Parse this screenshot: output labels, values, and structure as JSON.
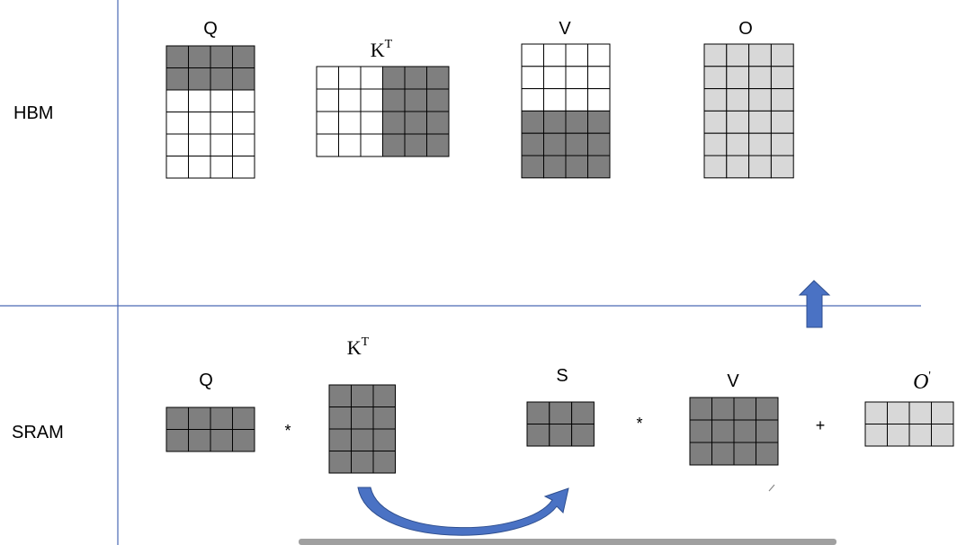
{
  "colors": {
    "divider": "#4a69b5",
    "arrow": "#4a72c4",
    "arrow_stroke": "#2f4f8f",
    "dark_cell": "#7f7f7f",
    "light_cell": "#d8d8d8",
    "empty_cell": "#ffffff",
    "cell_border": "#000000",
    "scrollbar": "#a0a0a0"
  },
  "rows": {
    "hbm_label": "HBM",
    "sram_label": "SRAM"
  },
  "hbm": {
    "q": {
      "label": "Q",
      "rows": 6,
      "cols": 4,
      "cells": [
        "dddd",
        "dddd",
        "eeee",
        "eeee",
        "eeee",
        "eeee"
      ]
    },
    "kt": {
      "label": "K",
      "sup": "T",
      "rows": 4,
      "cols": 6,
      "cells": [
        "eeeddd",
        "eeeddd",
        "eeeddd",
        "eeeddd"
      ]
    },
    "v": {
      "label": "V",
      "rows": 6,
      "cols": 4,
      "cells": [
        "eeee",
        "eeee",
        "eeee",
        "dddd",
        "dddd",
        "dddd"
      ]
    },
    "o": {
      "label": "O",
      "rows": 6,
      "cols": 4,
      "cells": [
        "llll",
        "llll",
        "llll",
        "llll",
        "llll",
        "llll"
      ]
    }
  },
  "sram": {
    "q": {
      "label": "Q",
      "rows": 2,
      "cols": 4,
      "cells": [
        "dddd",
        "dddd"
      ]
    },
    "op1": "*",
    "kt": {
      "label": "K",
      "sup": "T",
      "rows": 4,
      "cols": 3,
      "cells": [
        "ddd",
        "ddd",
        "ddd",
        "ddd"
      ]
    },
    "s": {
      "label": "S",
      "rows": 2,
      "cols": 3,
      "cells": [
        "ddd",
        "ddd"
      ]
    },
    "op2": "*",
    "v": {
      "label": "V",
      "rows": 3,
      "cols": 4,
      "cells": [
        "dddd",
        "dddd",
        "dddd"
      ]
    },
    "op3": "+",
    "o_prime": {
      "label": "O",
      "prime": "'",
      "rows": 2,
      "cols": 4,
      "cells": [
        "llll",
        "llll"
      ]
    }
  }
}
